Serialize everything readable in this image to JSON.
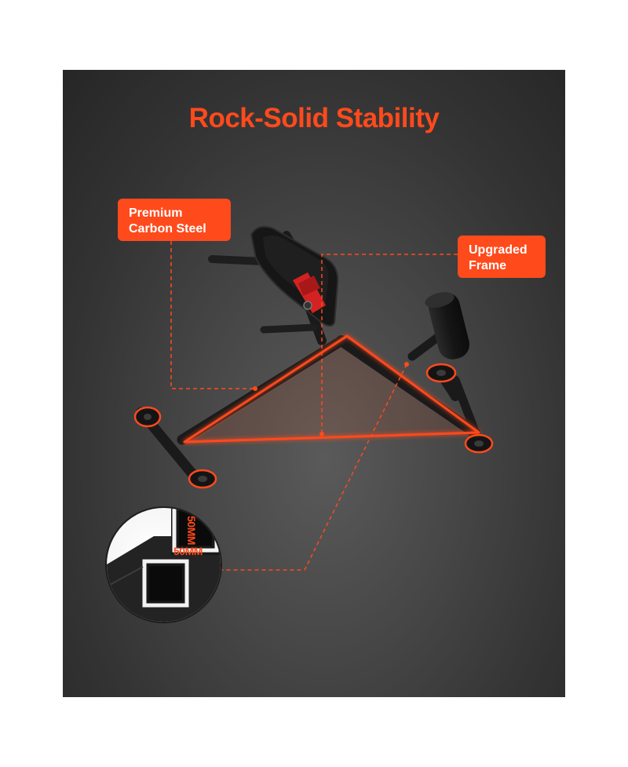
{
  "headline": "Rock-Solid Stability",
  "callouts": {
    "steel": {
      "line1": "Premium",
      "line2": "Carbon Steel"
    },
    "frame": {
      "line1": "Upgraded",
      "line2": "Frame"
    }
  },
  "tube_dimensions": {
    "width": "50MM",
    "height": "50MM"
  },
  "colors": {
    "accent": "#ff4a1c",
    "background": "#3a3a3a",
    "frame": "#1c1c1c",
    "highlight": "#d32222"
  }
}
